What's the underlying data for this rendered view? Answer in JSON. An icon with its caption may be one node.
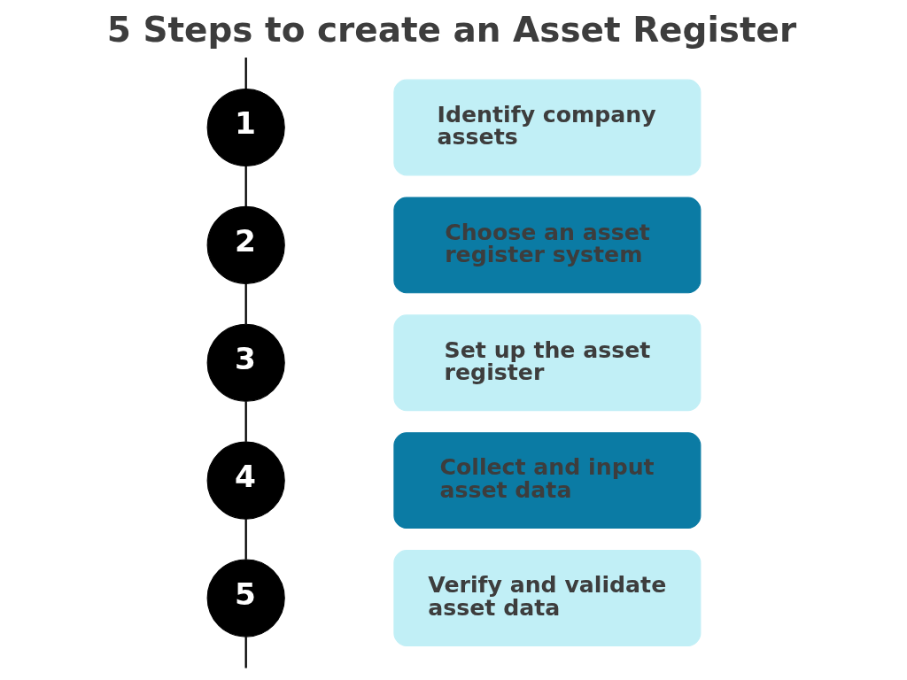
{
  "diagram": {
    "title": "5 Steps to create an Asset Register",
    "nodes": [
      {
        "text": [
          "1"
        ]
      },
      {
        "text": [
          "Identify company assets"
        ]
      },
      {
        "text": [
          "2"
        ]
      },
      {
        "text": [
          "Choose an asset register system"
        ]
      },
      {
        "text": [
          "3"
        ]
      },
      {
        "text": [
          "Set up the asset register"
        ]
      },
      {
        "text": [
          "4"
        ]
      },
      {
        "text": [
          "Collect and input asset data"
        ]
      },
      {
        "text": [
          "5"
        ]
      },
      {
        "text": [
          "Verify and validate asset data"
        ]
      }
    ],
    "edges": [
      {
        "from": null,
        "to": 0,
        "arrow": "none"
      },
      {
        "from": 0,
        "to": 2,
        "arrow": "none"
      },
      {
        "from": 2,
        "to": 4,
        "arrow": "none"
      },
      {
        "from": 4,
        "to": 6,
        "arrow": "none"
      },
      {
        "from": 6,
        "to": 8,
        "arrow": "none"
      },
      {
        "from": 8,
        "to": null,
        "arrow": "none"
      }
    ]
  }
}
